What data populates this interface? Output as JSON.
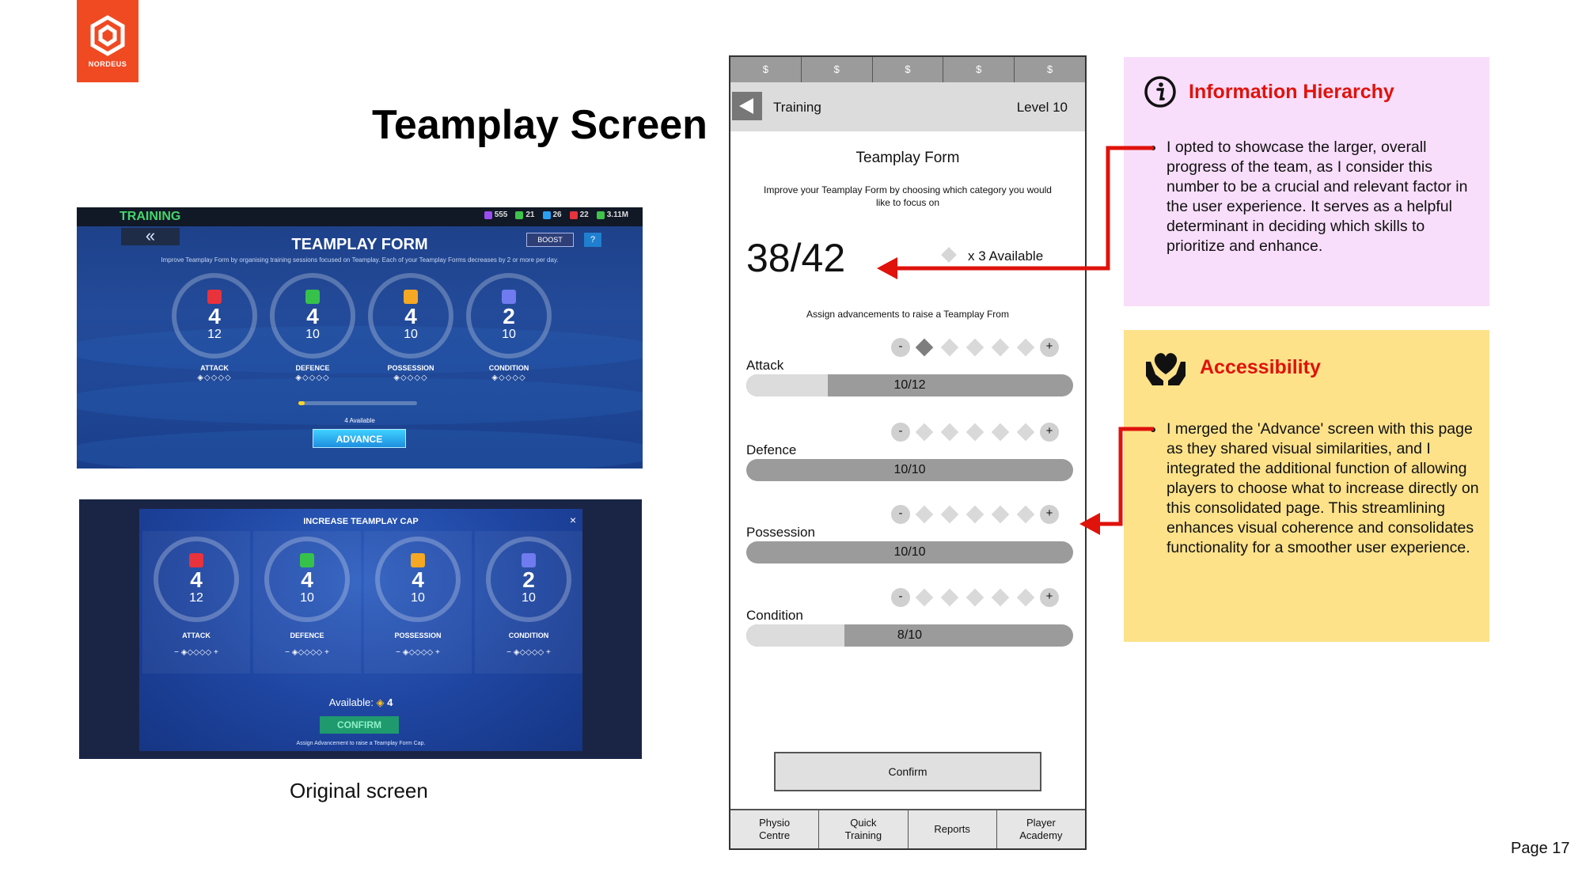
{
  "brand": {
    "logo_text": "NORDEUS",
    "accent": "#f04a23"
  },
  "page": {
    "title": "Teamplay Screen",
    "number": "Page 17"
  },
  "original": {
    "caption": "Original screen",
    "screen1": {
      "header_label": "TRAINING",
      "resources": [
        "555",
        "21",
        "26",
        "22",
        "3.11M"
      ],
      "title": "TEAMPLAY FORM",
      "subtitle": "Improve Teamplay Form by organising training sessions focused on Teamplay. Each of your Teamplay Forms decreases by 2 or more per day.",
      "boost_label": "BOOST",
      "help_label": "?",
      "stats": [
        {
          "current": "4",
          "max": "12",
          "label": "ATTACK",
          "color": "#e8323c"
        },
        {
          "current": "4",
          "max": "10",
          "label": "DEFENCE",
          "color": "#36c24a"
        },
        {
          "current": "4",
          "max": "10",
          "label": "POSSESSION",
          "color": "#f5a823"
        },
        {
          "current": "2",
          "max": "10",
          "label": "CONDITION",
          "color": "#6f7bef"
        }
      ],
      "diamonds": "◈◇◇◇◇",
      "available": "4 Available",
      "advance_label": "ADVANCE",
      "progress_fraction": 0.05
    },
    "screen2": {
      "title": "INCREASE TEAMPLAY CAP",
      "close": "×",
      "stepper": "− ◈◇◇◇◇ +",
      "available_label": "Available:",
      "available_value": "4",
      "confirm_label": "CONFIRM",
      "footer": "Assign Advancement to raise a Teamplay Form Cap."
    }
  },
  "wireframe": {
    "currency_tabs": [
      "$",
      "$",
      "$",
      "$",
      "$"
    ],
    "header": {
      "title": "Training",
      "level": "Level 10"
    },
    "form_title": "Teamplay Form",
    "form_desc": "Improve your Teamplay Form by choosing which category you would like to focus on",
    "score": "38/42",
    "available": "x 3 Available",
    "assign_text": "Assign advancements to raise a Teamplay From",
    "stepper_minus": "-",
    "stepper_plus": "+",
    "skills": [
      {
        "name": "Attack",
        "value": "10/12",
        "fill": 0.25,
        "filled_diamonds": 1
      },
      {
        "name": "Defence",
        "value": "10/10",
        "fill": 0.0,
        "filled_diamonds": 0
      },
      {
        "name": "Possession",
        "value": "10/10",
        "fill": 0.0,
        "filled_diamonds": 0
      },
      {
        "name": "Condition",
        "value": "8/10",
        "fill": 0.3,
        "filled_diamonds": 0
      }
    ],
    "confirm_label": "Confirm",
    "nav": [
      "Physio\nCentre",
      "Quick\nTraining",
      "Reports",
      "Player\nAcademy"
    ]
  },
  "notes": {
    "hierarchy": {
      "title": "Information Hierarchy",
      "icon": "info-icon",
      "body": "I opted to showcase the larger, overall progress of the team, as I consider this number to be a crucial and relevant factor in the user experience. It serves as a helpful determinant in deciding which skills to prioritize and enhance.",
      "bg": "#f8defa"
    },
    "accessibility": {
      "title": "Accessibility",
      "icon": "hands-heart-icon",
      "body": "I merged the 'Advance' screen with this page as they shared visual similarities, and I integrated the additional function of allowing players to choose what to increase directly on this consolidated page. This streamlining enhances visual coherence and consolidates functionality for a smoother user experience.",
      "bg": "#fde28a"
    },
    "arrow_color": "#e0120c"
  }
}
